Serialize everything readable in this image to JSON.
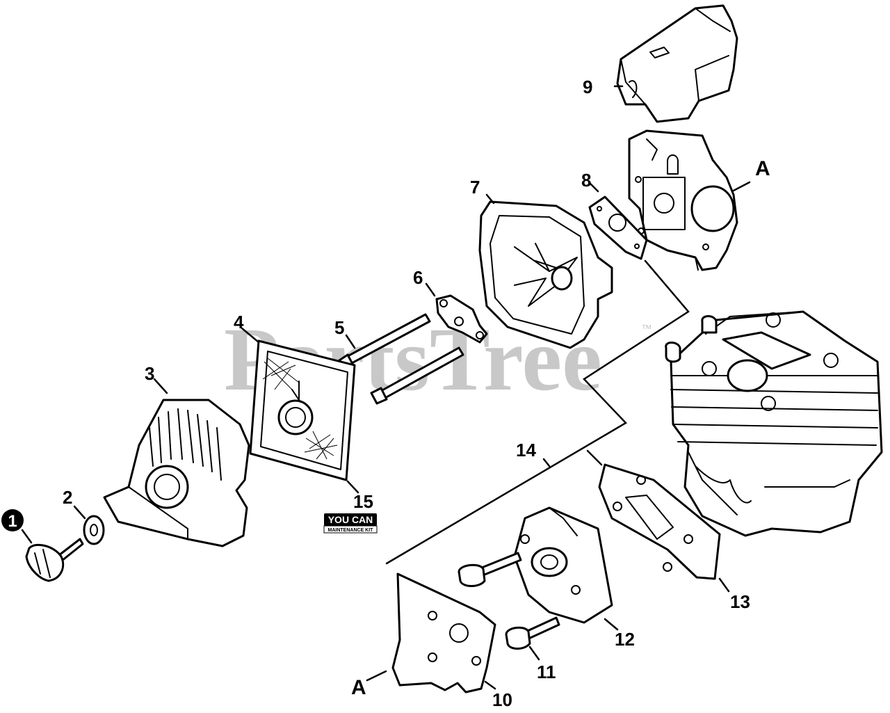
{
  "watermark": {
    "text": "PartsTree",
    "trademark": "™"
  },
  "reference_label": "A",
  "circled_callout": "1",
  "callouts": {
    "c2": "2",
    "c3": "3",
    "c4": "4",
    "c5": "5",
    "c6": "6",
    "c7": "7",
    "c8": "8",
    "c9": "9",
    "c10": "10",
    "c11": "11",
    "c12": "12",
    "c13": "13",
    "c14": "14",
    "c15": "15"
  },
  "badge": {
    "main": "YOU CAN",
    "sub": "MAINTENANCE KIT"
  },
  "colors": {
    "line": "#000000",
    "watermark": "#c8c8c8",
    "background": "#ffffff"
  }
}
